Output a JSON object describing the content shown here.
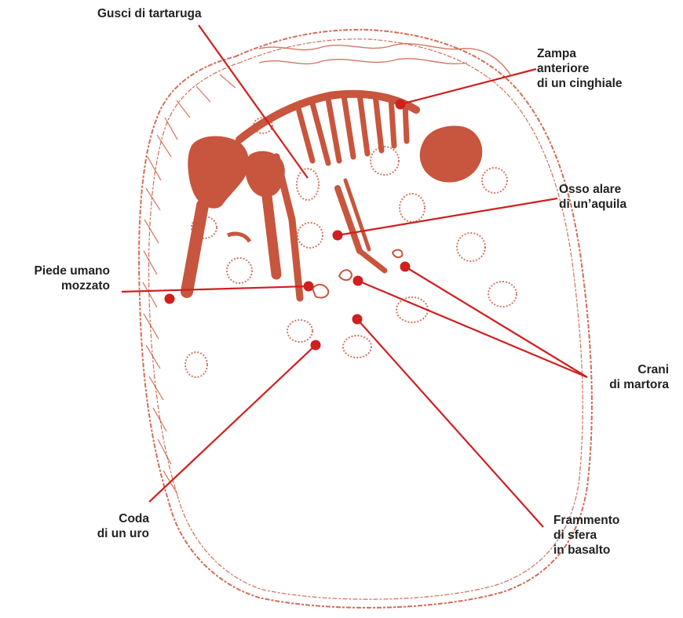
{
  "colors": {
    "accent": "#d01f1f",
    "illustration": "#c8553d",
    "text": "#222222"
  },
  "labels": {
    "gusci": "Gusci di tartaruga",
    "zampa": [
      "Zampa",
      "anteriore",
      "di un cinghiale"
    ],
    "osso": [
      "Osso alare",
      "di un’aquila"
    ],
    "piede": [
      "Piede umano",
      "mozzato"
    ],
    "crani": [
      "Crani",
      "di martora"
    ],
    "coda": [
      "Coda",
      "di un uro"
    ],
    "frammento": [
      "Frammento",
      "di sfera",
      "in basalto"
    ]
  }
}
